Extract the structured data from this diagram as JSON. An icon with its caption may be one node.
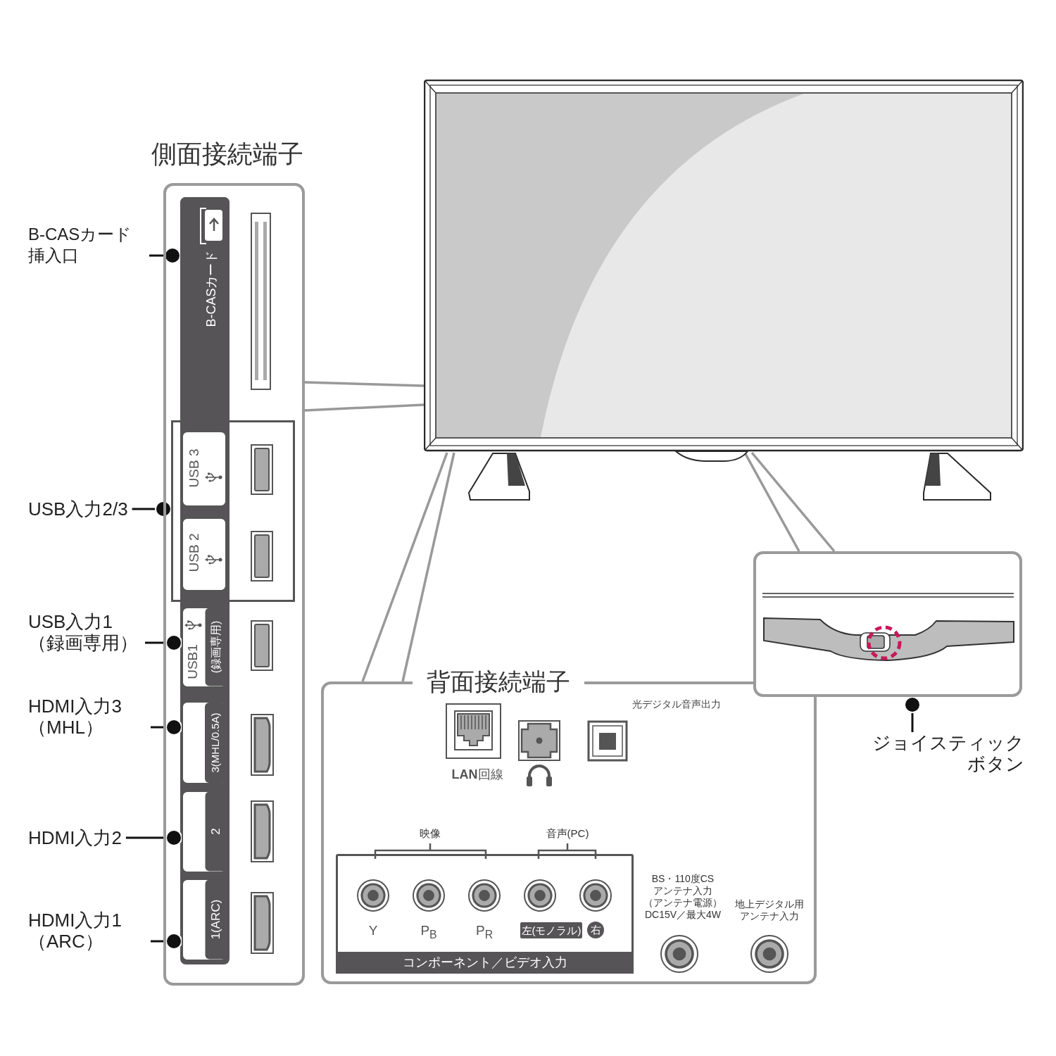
{
  "diagram": {
    "nodes": [
      {
        "text": [
          "側面接続端子"
        ]
      },
      {
        "text": [
          "B-CASカード"
        ],
        "in": 0
      },
      {
        "text": [],
        "shape": "box",
        "in": 0
      },
      {
        "text": [
          "USB 3"
        ],
        "in": 2
      },
      {
        "text": [
          "USB 2"
        ],
        "in": 2
      },
      {
        "text": [
          "USB1",
          "(録画専用)"
        ],
        "in": 0
      },
      {
        "text": [
          "3(MHL/0.5A)"
        ],
        "in": 0
      },
      {
        "text": [
          "2"
        ],
        "in": 0
      },
      {
        "text": [
          "1(ARC)"
        ],
        "in": 0
      },
      {
        "text": [
          "B-CASカード挿入口"
        ]
      },
      {
        "text": [
          "USB入力2/3"
        ]
      },
      {
        "text": [
          "USB入力1（録画専用）"
        ]
      },
      {
        "text": [
          "HDMI入力3（MHL）"
        ]
      },
      {
        "text": [
          "HDMI入力2"
        ]
      },
      {
        "text": [
          "HDMI入力1（ARC）"
        ]
      },
      {
        "text": [
          "背面接続端子"
        ]
      },
      {
        "text": [
          "コンポーネント／ビデオ入力"
        ],
        "in": 15
      },
      {
        "text": [],
        "shape": "box"
      },
      {
        "text": [
          "ジョイスティックボタン"
        ]
      },
      {
        "text": [],
        "shape": "picture"
      }
    ],
    "edges": [
      {
        "from": 9,
        "to": 1,
        "arrow": "other"
      },
      {
        "from": 10,
        "to": 2,
        "arrow": "other"
      },
      {
        "from": 11,
        "to": 5,
        "arrow": "other"
      },
      {
        "from": 12,
        "to": 6,
        "arrow": "other"
      },
      {
        "from": 13,
        "to": 7,
        "arrow": "other"
      },
      {
        "from": 14,
        "to": 8,
        "arrow": "other"
      },
      {
        "from": 18,
        "to": 17,
        "arrow": "other"
      },
      {
        "from": 19,
        "to": 0,
        "arrow": "none",
        "color": "#999999"
      },
      {
        "from": 19,
        "to": 0,
        "arrow": "none",
        "color": "#999999"
      },
      {
        "from": 19,
        "to": 15,
        "arrow": "none",
        "color": "#999999"
      },
      {
        "from": 19,
        "to": 15,
        "arrow": "none",
        "color": "#999999"
      },
      {
        "from": 19,
        "to": 17,
        "arrow": "none",
        "color": "#999999"
      },
      {
        "from": 19,
        "to": 17,
        "arrow": "none",
        "color": "#999999"
      }
    ],
    "labels": [
      "光デジタル音声出力",
      "**LAN**回線",
      "映像",
      "音声(PC)",
      "Y",
      "P$_{B}$",
      "P$_{R}$",
      "左(モノラル)",
      "右",
      "BS・110度CS",
      "アンテナ入力",
      "（アンテナ電源）",
      "DC15V／最大4W",
      "地上デジタル用",
      "アンテナ入力"
    ]
  }
}
